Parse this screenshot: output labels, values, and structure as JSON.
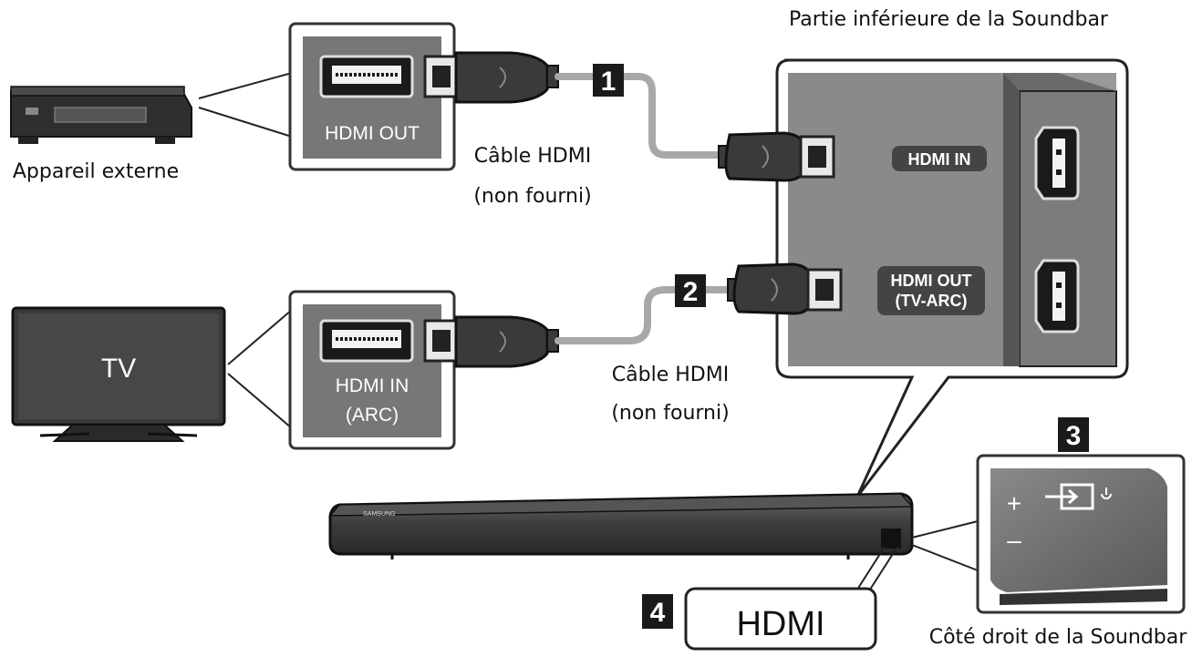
{
  "labels": {
    "soundbar_bottom": "Partie inférieure de la Soundbar",
    "external_device": "Appareil externe",
    "hdmi_out_port": "HDMI OUT",
    "cable1_line1": "Câble HDMI",
    "cable1_line2": "(non fourni)",
    "soundbar_hdmi_in": "HDMI IN",
    "soundbar_hdmi_out_line1": "HDMI OUT",
    "soundbar_hdmi_out_line2": "(TV-ARC)",
    "tv_screen": "TV",
    "tv_port_line1": "HDMI IN",
    "tv_port_line2": "(ARC)",
    "cable2_line1": "Câble HDMI",
    "cable2_line2": "(non fourni)",
    "soundbar_right_side": "Côté droit de la Soundbar",
    "hdmi_display": "HDMI",
    "brand_mark": "SAMSUNG"
  },
  "steps": {
    "step1": "1",
    "step2": "2",
    "step3": "3",
    "step4": "4"
  },
  "side_panel": {
    "plus": "+",
    "minus": "–"
  },
  "colors": {
    "port_bg": "#7a7a7a",
    "device_body": "#3a3a3a",
    "cable": "#a8a8a8",
    "line": "#1a1a1a"
  }
}
